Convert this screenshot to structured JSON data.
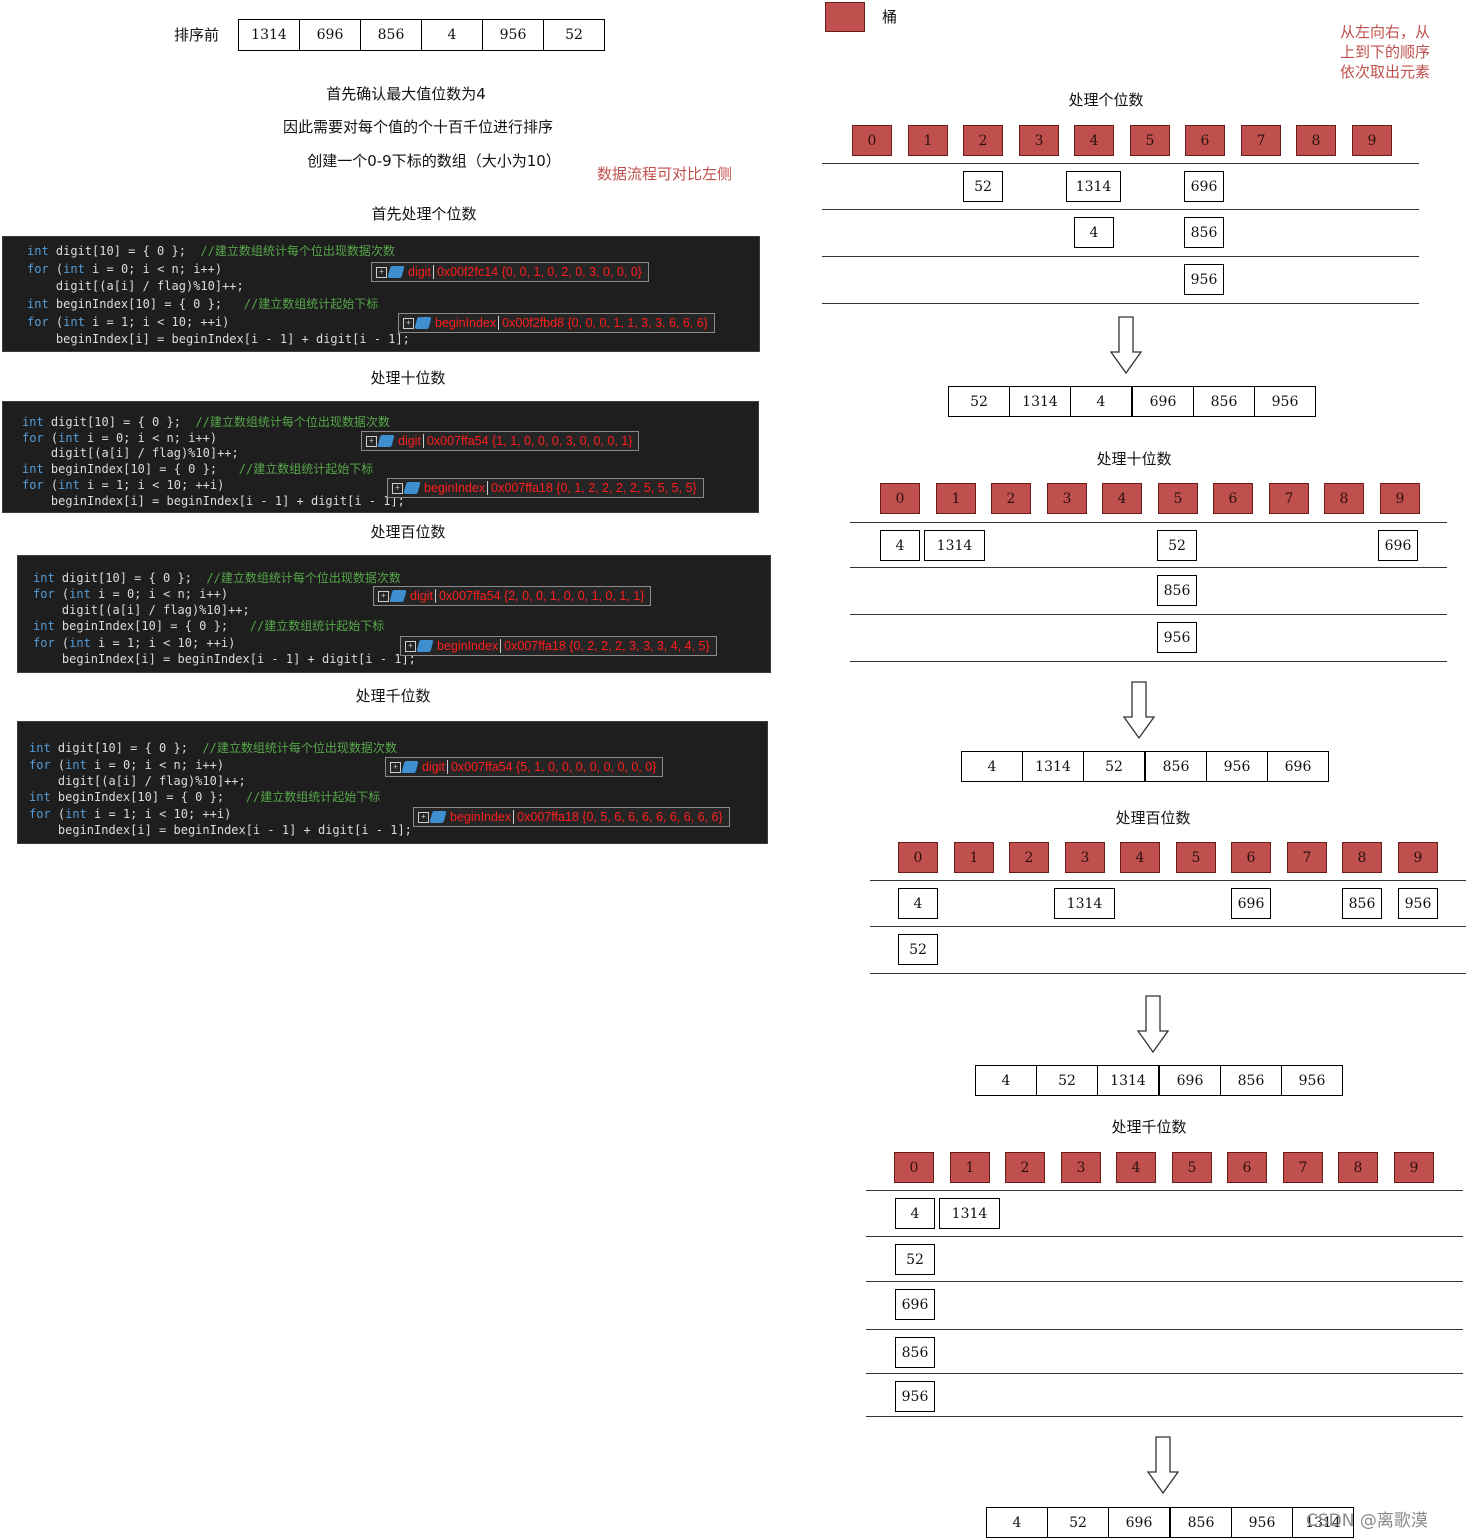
{
  "left": {
    "before_label": "排序前",
    "initial_array": [
      "1314",
      "696",
      "856",
      "4",
      "956",
      "52"
    ],
    "info": [
      "首先确认最大值位数为4",
      "因此需要对每个值的个十百千位进行排序",
      "创建一个0-9下标的数组（大小为10）"
    ],
    "compare_note": "数据流程可对比左侧",
    "panels": [
      {
        "title": "首先处理个位数",
        "digit_tip": {
          "name": "digit",
          "value": "0x00f2fc14 {0, 0, 1, 0, 2, 0, 3, 0, 0, 0}"
        },
        "begin_tip": {
          "name": "beginIndex",
          "value": "0x00f2fbd8 {0, 0, 0, 1, 1, 3, 3, 6, 6, 6}"
        }
      },
      {
        "title": "处理十位数",
        "digit_tip": {
          "name": "digit",
          "value": "0x007ffa54 {1, 1, 0, 0, 0, 3, 0, 0, 0, 1}"
        },
        "begin_tip": {
          "name": "beginIndex",
          "value": "0x007ffa18 {0, 1, 2, 2, 2, 2, 5, 5, 5, 5}"
        }
      },
      {
        "title": "处理百位数",
        "digit_tip": {
          "name": "digit",
          "value": "0x007ffa54 {2, 0, 0, 1, 0, 0, 1, 0, 1, 1}"
        },
        "begin_tip": {
          "name": "beginIndex",
          "value": "0x007ffa18 {0, 2, 2, 2, 3, 3, 3, 4, 4, 5}"
        }
      },
      {
        "title": "处理千位数",
        "digit_tip": {
          "name": "digit",
          "value": "0x007ffa54 {5, 1, 0, 0, 0, 0, 0, 0, 0, 0}"
        },
        "begin_tip": {
          "name": "beginIndex",
          "value": "0x007ffa18 {0, 5, 6, 6, 6, 6, 6, 6, 6, 6}"
        }
      }
    ],
    "code_lines": {
      "l1_kw": "int",
      "l1_rest": " digit[10] = { 0 };  ",
      "l1_cm": "//建立数组统计每个位出现数据次数",
      "l2_kw": "for",
      "l2_p1": " (",
      "l2_kw2": "int",
      "l2_rest": " i = 0; i < n; i++)",
      "l3": "    digit[(a[i] / flag)%10]++;",
      "l4_kw": "int",
      "l4_rest": " beginIndex[10] = { 0 };   ",
      "l4_cm": "//建立数组统计起始下标",
      "l5_kw": "for",
      "l5_p1": " (",
      "l5_kw2": "int",
      "l5_rest": " i = 1; i < 10; ++i)",
      "l6": "    beginIndex[i] = beginIndex[i - 1] + digit[i - 1];"
    }
  },
  "right": {
    "legend_label": "桶",
    "order_note": [
      "从左向右，从",
      "上到下的顺序",
      "依次取出元素"
    ],
    "bucket_labels": [
      "0",
      "1",
      "2",
      "3",
      "4",
      "5",
      "6",
      "7",
      "8",
      "9"
    ],
    "stages": [
      {
        "title": "处理个位数",
        "rows": [
          [
            "52",
            "1314",
            "696"
          ],
          [
            "4",
            "856"
          ],
          [
            "956"
          ]
        ],
        "result": [
          "52",
          "1314",
          "4",
          "696",
          "856",
          "956"
        ]
      },
      {
        "title": "处理十位数",
        "rows": [
          [
            "4",
            "1314",
            "52",
            "696"
          ],
          [
            "856"
          ],
          [
            "956"
          ]
        ],
        "result": [
          "4",
          "1314",
          "52",
          "856",
          "956",
          "696"
        ]
      },
      {
        "title": "处理百位数",
        "rows": [
          [
            "4",
            "1314",
            "696",
            "856",
            "956"
          ],
          [
            "52"
          ]
        ],
        "result": [
          "4",
          "52",
          "1314",
          "696",
          "856",
          "956"
        ]
      },
      {
        "title": "处理千位数",
        "rows": [
          [
            "4",
            "1314"
          ],
          [
            "52"
          ],
          [
            "696"
          ],
          [
            "856"
          ],
          [
            "956"
          ]
        ],
        "result": [
          "4",
          "52",
          "696",
          "856",
          "956",
          "1314"
        ]
      }
    ],
    "watermark": "CSDN @离歌漠"
  }
}
